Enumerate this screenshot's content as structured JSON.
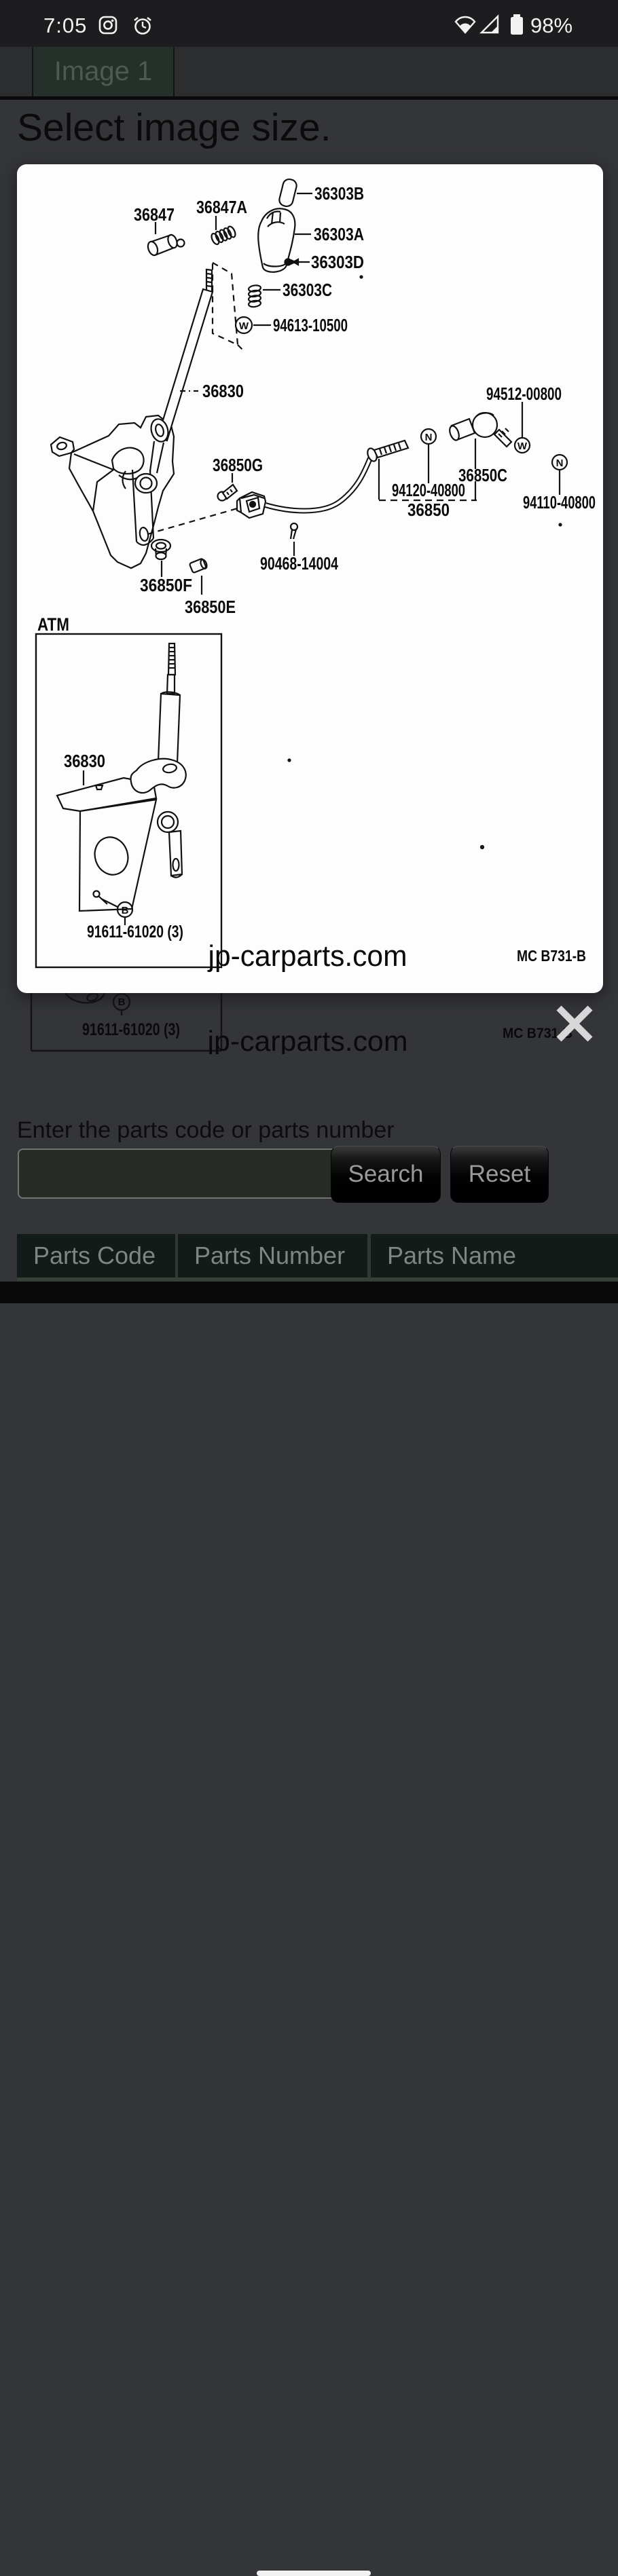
{
  "status_bar": {
    "time": "7:05",
    "battery_percent": "98%"
  },
  "tab_bar": {
    "image_tab_label": "Image 1"
  },
  "page": {
    "heading": "Select image size."
  },
  "dialog": {
    "watermark": "jp-carparts.com",
    "doc_code": "MC  B731-B",
    "atm_section_label": "ATM",
    "labels": {
      "a36303B": "36303B",
      "a36847A": "36847A",
      "a36847": "36847",
      "a36303A": "36303A",
      "a36303D": "36303D",
      "a36303C": "36303C",
      "a94613": "94613-10500",
      "a36830": "36830",
      "a94512": "94512-00800",
      "a36850G": "36850G",
      "a36850C": "36850C",
      "a94120": "94120-40800",
      "a36850": "36850",
      "a94110": "94110-40800",
      "a90468": "90468-14004",
      "a36850F": "36850F",
      "a36850E": "36850E",
      "atm36830": "36830",
      "a91611": "91611-61020 (3)"
    },
    "markers": {
      "w": "W",
      "n": "N",
      "b": "B"
    }
  },
  "background_page": {
    "bolt_label": "91611-61020 (3)",
    "watermark": "jp-carparts.com",
    "doc_code": "MC  B731-B"
  },
  "search_form": {
    "label": "Enter the parts code or parts number",
    "input_value": "",
    "search_label": "Search",
    "reset_label": "Reset"
  },
  "table": {
    "headers": [
      "Parts Code",
      "Parts Number",
      "Parts Name"
    ]
  },
  "colors": {
    "page_bg": "#343539",
    "modal_bg": "#fdfdfe",
    "status_bg": "#1d1d1f",
    "table_header_bg": "#121b17",
    "diagram_line": "#111111"
  }
}
